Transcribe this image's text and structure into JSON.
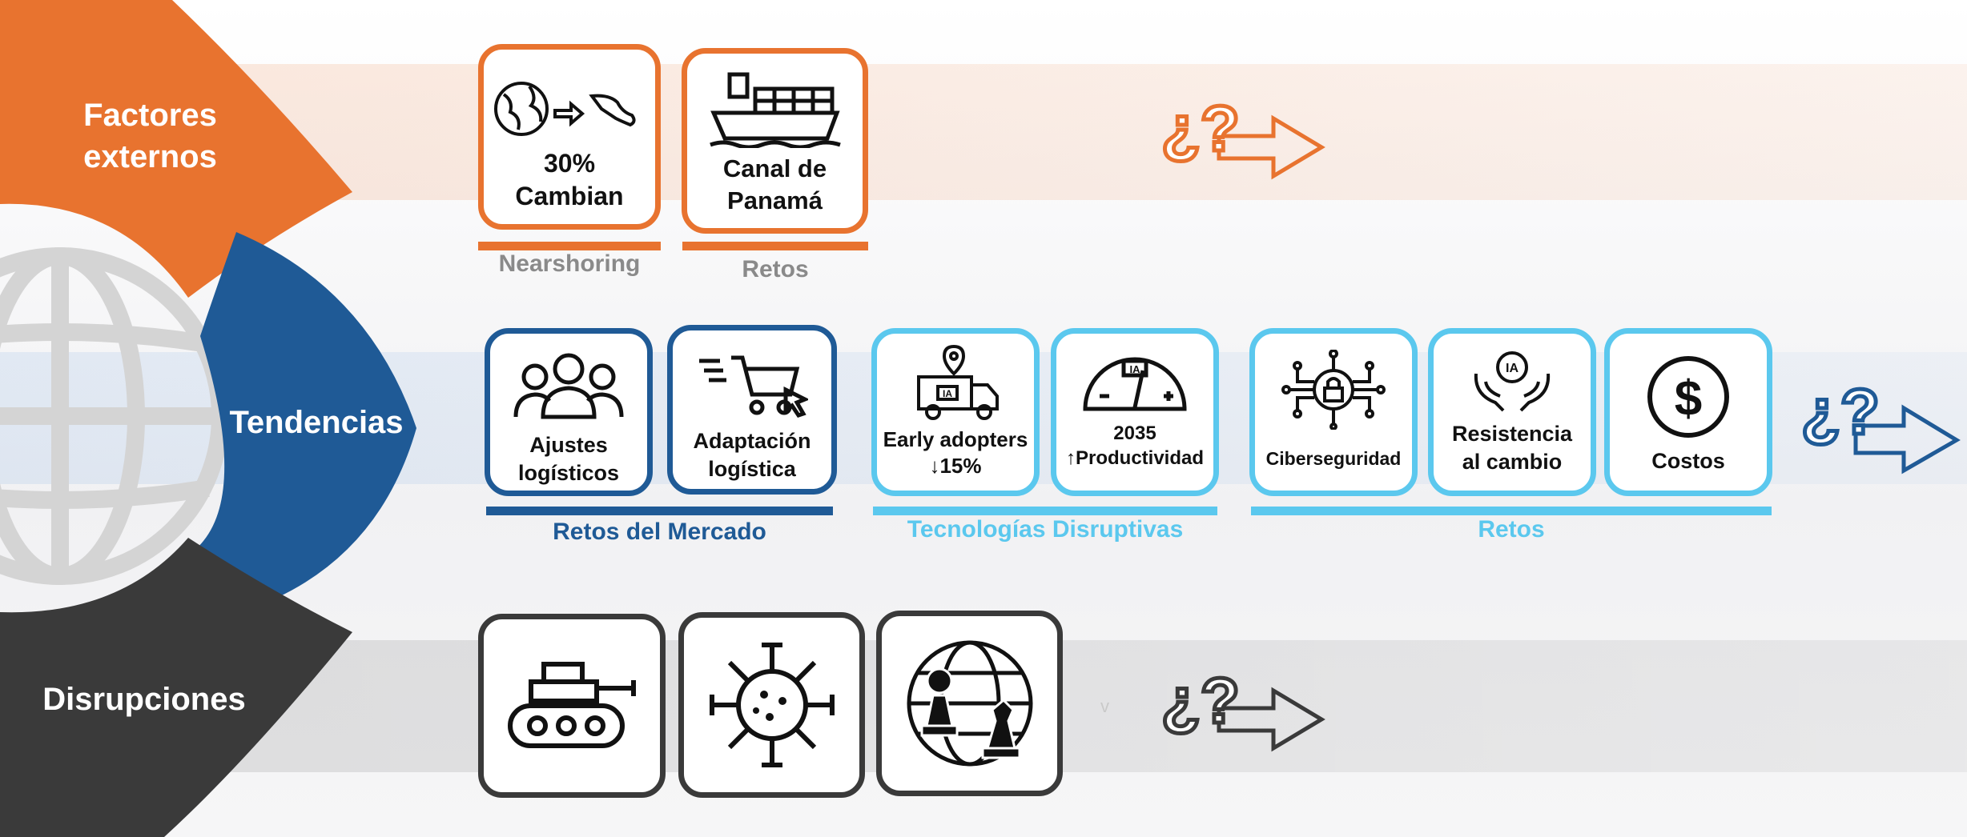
{
  "colors": {
    "orange": "#E8732F",
    "dark_blue": "#1F5A96",
    "light_blue": "#5BC8EE",
    "dark_gray": "#3A3A3A",
    "gray_text": "#8A8A8A"
  },
  "categories": {
    "factores": "Factores\nexternos",
    "tendencias": "Tendencias",
    "disrupciones": "Disrupciones"
  },
  "factores": {
    "card1": "30%\nCambian",
    "card2": "Canal de\nPanamá",
    "caption1": "Nearshoring",
    "caption2": "Retos"
  },
  "tendencias": {
    "card1": "Ajustes\nlogísticos",
    "card2": "Adaptación\nlogística",
    "card3": "Early adopters\n↓15%",
    "card4": "2035\n↑Productividad",
    "card5": "Ciberseguridad",
    "card6": "Resistencia\nal cambio",
    "card7": "Costos",
    "caption1": "Retos del Mercado",
    "caption2": "Tecnologías Disruptivas",
    "caption3": "Retos",
    "ia_label": "IA"
  },
  "disrupciones": {
    "mark": "v"
  },
  "icons": [
    "globe-icon",
    "globe-to-mexico-icon",
    "cargo-ship-icon",
    "people-group-icon",
    "shopping-cart-icon",
    "delivery-truck-icon",
    "gauge-icon",
    "circuit-lock-icon",
    "ai-hands-icon",
    "dollar-icon",
    "tank-icon",
    "virus-icon",
    "chess-globe-icon",
    "question-arrow-icon"
  ]
}
